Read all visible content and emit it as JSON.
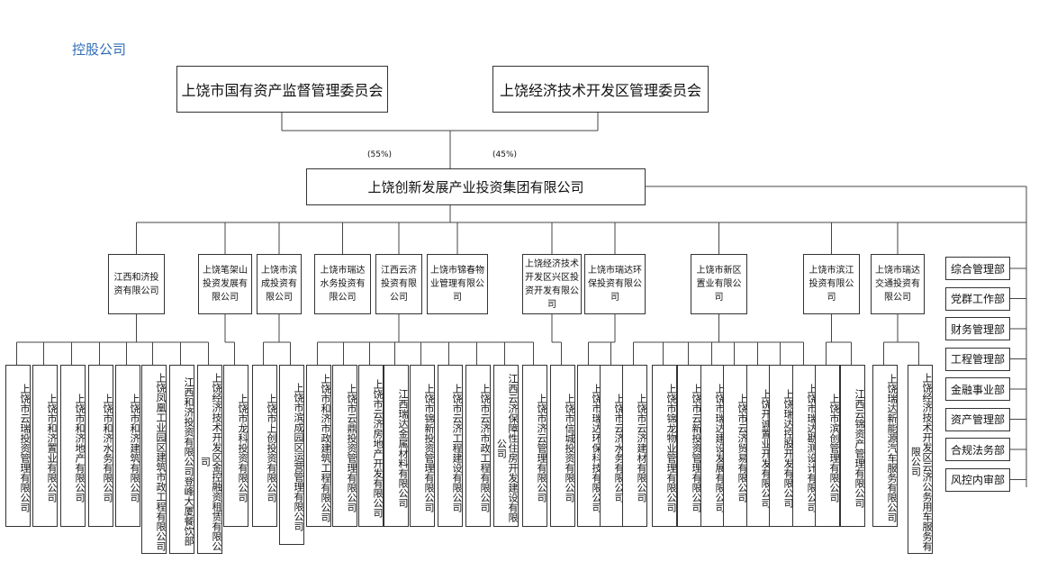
{
  "title": "控股公司",
  "shareholders": [
    {
      "name": "上饶市国有资产监督管理委员会",
      "share": "(55%)"
    },
    {
      "name": "上饶经济技术开发区管理委员会",
      "share": "(45%)"
    }
  ],
  "group_company": "上饶创新发展产业投资集团有限公司",
  "subsidiaries": [
    {
      "name": "江西和济投资有限公司",
      "children": [
        "上饶市云瑞投资管理有限公司",
        "上饶市和济置业有限公司",
        "上饶市和济地产有限公司",
        "上饶市和济水务有限公司",
        "上饶市和济建筑有限公司",
        "上饶凤凰工业园区建筑市政工程有限公司",
        "江西和济投资有限公司登峰大厦餐饮部",
        "上饶经济技术开发区金控融资租赁有限公司"
      ]
    },
    {
      "name": "上饶笔架山投资发展有限公司",
      "children": [
        "上饶市龙科投资有限公司"
      ]
    },
    {
      "name": "上饶市滨成投资有限公司",
      "children": [
        "上饶市上创投资有限公司",
        "上饶市滨成园区运营管理有限公司"
      ]
    },
    {
      "name": "上饶市瑞达水务投资有限公司",
      "children": []
    },
    {
      "name": "江西云济投资有限公司",
      "children": [
        "上饶市和济市政建筑工程有限公司",
        "上饶市云鼎投资管理有限公司",
        "上饶市云济房地产开发有限公司",
        "江西瑞达金属材料有限公司",
        "上饶市锦新投资管理有限公司",
        "上饶市云济工程建设有限公司",
        "上饶市云济市政工程有限公司",
        "江西云济保障性住房开发建设有限公司",
        "上饶市济云管理有限公司"
      ]
    },
    {
      "name": "上饶市锦春物业管理有限公司",
      "children": []
    },
    {
      "name": "上饶经济技术开发区兴区投资开发有限公司",
      "children": [
        "上饶市信城投资有限公司"
      ]
    },
    {
      "name": "上饶市瑞达环保投资有限公司",
      "children": [
        "上饶市瑞达环保科技有限公司",
        "上饶市云济水务有限公司"
      ]
    },
    {
      "name": "上饶市新区置业有限公司",
      "children": [
        "上饶市云济建材有限公司",
        "上饶市锦龙物业管理有限公司",
        "上饶市云新投资管理有限公司",
        "上饶市瑞达建设发展有限公司",
        "上饶市云济贸易有限公司",
        "上饶开诚置业开发有限公司",
        "上饶瑞达控股开发有限公司",
        "上饶市瑞达勘测设计有限公司"
      ]
    },
    {
      "name": "上饶市滨江投资有限公司",
      "children": [
        "上饶市滨创管理有限公司",
        "江西云锦资产管理有限公司"
      ]
    },
    {
      "name": "上饶市瑞达交通投资有限公司",
      "children": [
        "上饶瑞达新能源汽车服务有限公司",
        "上饶经济技术开发区云济公务用车服务有限公司"
      ]
    }
  ],
  "departments": [
    "综合管理部",
    "党群工作部",
    "财务管理部",
    "工程管理部",
    "金融事业部",
    "资产管理部",
    "合规法务部",
    "风控内审部"
  ]
}
